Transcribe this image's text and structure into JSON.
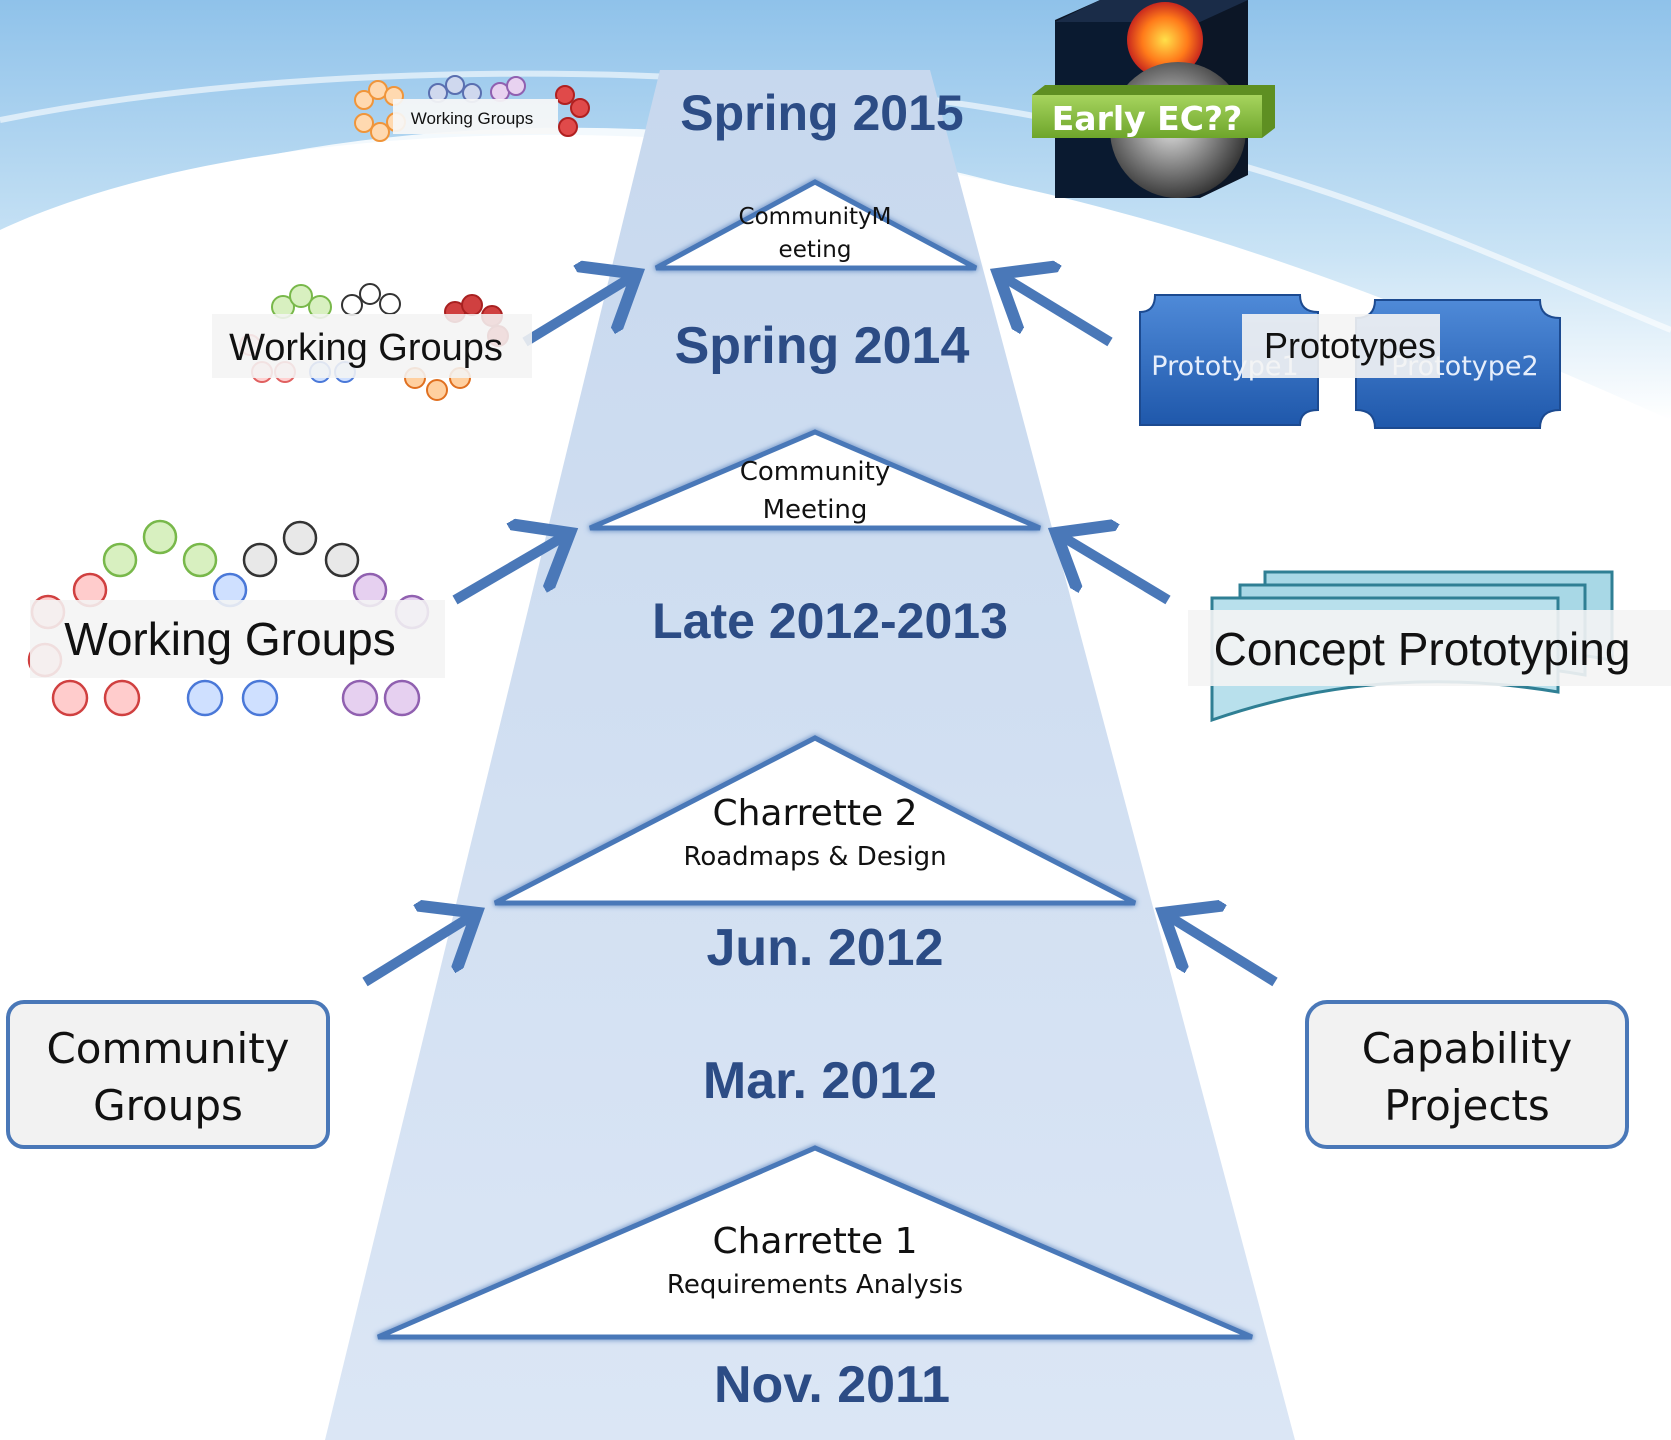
{
  "dates": {
    "spring2015": "Spring 2015",
    "spring2014": "Spring 2014",
    "late2012_2013": "Late 2012-2013",
    "jun2012": "Jun. 2012",
    "mar2012": "Mar. 2012",
    "nov2011": "Nov. 2011"
  },
  "milestones": {
    "top": {
      "line1": "CommunityM",
      "line2": "eeting"
    },
    "middle": {
      "line1": "Community",
      "line2": "Meeting"
    },
    "charrette2": {
      "title": "Charrette 2",
      "subtitle": "Roadmaps & Design"
    },
    "charrette1": {
      "title": "Charrette 1",
      "subtitle": "Requirements Analysis"
    }
  },
  "left": {
    "wg_small": "Working Groups",
    "wg_medium": "Working Groups",
    "wg_large": "Working Groups",
    "community_groups": {
      "line1": "Community",
      "line2": "Groups"
    }
  },
  "right": {
    "early_ec": "Early EC??",
    "prototypes": "Prototypes",
    "prototype1": "Prototype1",
    "prototype2": "Prototype2",
    "concept_prototyping": "Concept Prototyping",
    "capability_projects": {
      "line1": "Capability",
      "line2": "Projects"
    }
  },
  "colors": {
    "date_text": "#2c4c85",
    "arrow": "#4a78b8",
    "funnel": "#d6e3f4",
    "prototype_block": "#2f6cc4",
    "early_ec": "#8cc63f",
    "concept_doc": "#a8d8e6"
  }
}
